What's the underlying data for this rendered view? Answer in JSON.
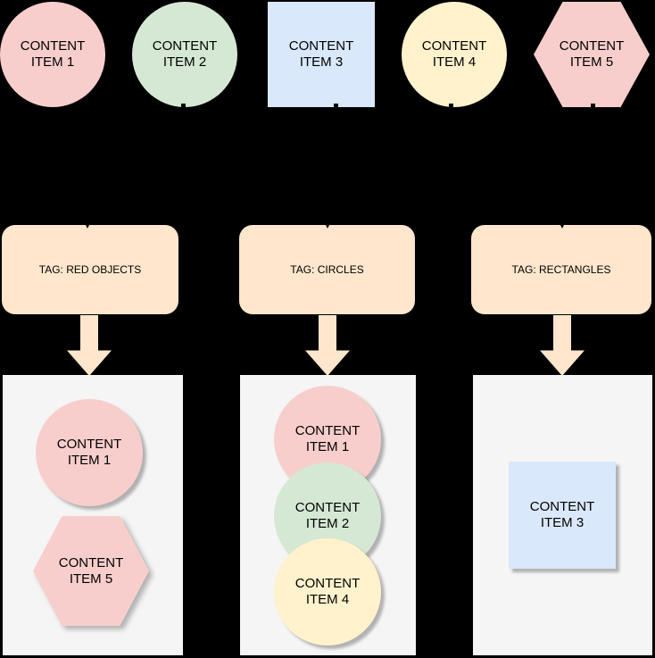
{
  "diagram": {
    "background_color": "#000000",
    "container_color": "#F5F5F5",
    "arrow_color": "#FFE6CC",
    "text_color": "#000000",
    "items": [
      {
        "label": "CONTENT\nITEM 1",
        "shape": "circle",
        "color": "#F8CECC"
      },
      {
        "label": "CONTENT\nITEM 2",
        "shape": "circle",
        "color": "#D5E8D4"
      },
      {
        "label": "CONTENT\nITEM 3",
        "shape": "square",
        "color": "#DAE8FC"
      },
      {
        "label": "CONTENT\nITEM 4",
        "shape": "circle",
        "color": "#FFF2CC"
      },
      {
        "label": "CONTENT\nITEM 5",
        "shape": "hexagon",
        "color": "#F8CECC"
      }
    ],
    "tags": [
      {
        "label": "TAG: RED OBJECTS",
        "color": "#FFE6CC"
      },
      {
        "label": "TAG: CIRCLES",
        "color": "#FFE6CC"
      },
      {
        "label": "TAG: RECTANGLES",
        "color": "#FFE6CC"
      }
    ],
    "groups": [
      {
        "tag": "TAG: RED OBJECTS",
        "members": [
          "CONTENT ITEM 1",
          "CONTENT ITEM 5"
        ]
      },
      {
        "tag": "TAG: CIRCLES",
        "members": [
          "CONTENT ITEM 1",
          "CONTENT ITEM 2",
          "CONTENT ITEM 4"
        ]
      },
      {
        "tag": "TAG: RECTANGLES",
        "members": [
          "CONTENT ITEM 3"
        ]
      }
    ]
  }
}
